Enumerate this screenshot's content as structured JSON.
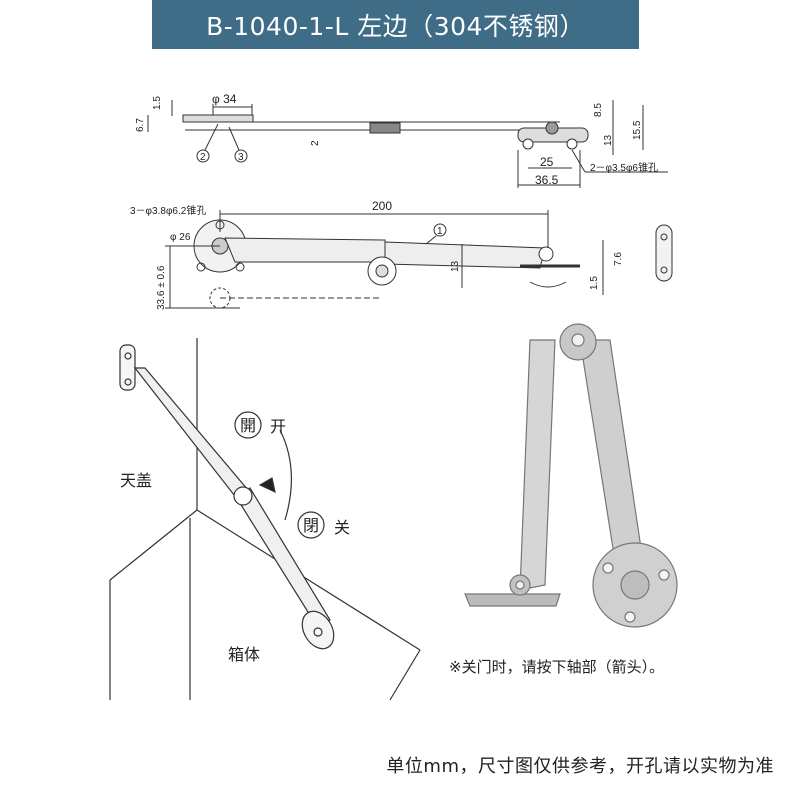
{
  "header": {
    "title": "B-1040-1-L 左边（304不锈钢）"
  },
  "top_view": {
    "dims": {
      "d1": "1.5",
      "d2": "6.7",
      "d3": "φ 34",
      "d4": "2",
      "d5": "8.5",
      "d6": "15.5",
      "d7": "13",
      "d8": "25",
      "d9": "36.5",
      "hole_note": "2－φ3.5φ6锥孔"
    },
    "callouts": {
      "c2": "2",
      "c3": "3"
    }
  },
  "side_view": {
    "dims": {
      "hole_note": "3－φ3.8φ6.2锥孔",
      "length": "200",
      "dia": "φ 26",
      "height": "13",
      "offset": "33.6 ± 0.6",
      "d76": "7.6",
      "d15": "1.5"
    },
    "callouts": {
      "c1": "1"
    }
  },
  "install": {
    "open_badge": "開",
    "open_label": "开",
    "close_badge": "閉",
    "close_label": "关",
    "lid_label": "天盖",
    "box_label": "箱体"
  },
  "note": "※关门时，请按下轴部（箭头）。",
  "footer": "单位mm，尺寸图仅供参考，开孔请以实物为准"
}
